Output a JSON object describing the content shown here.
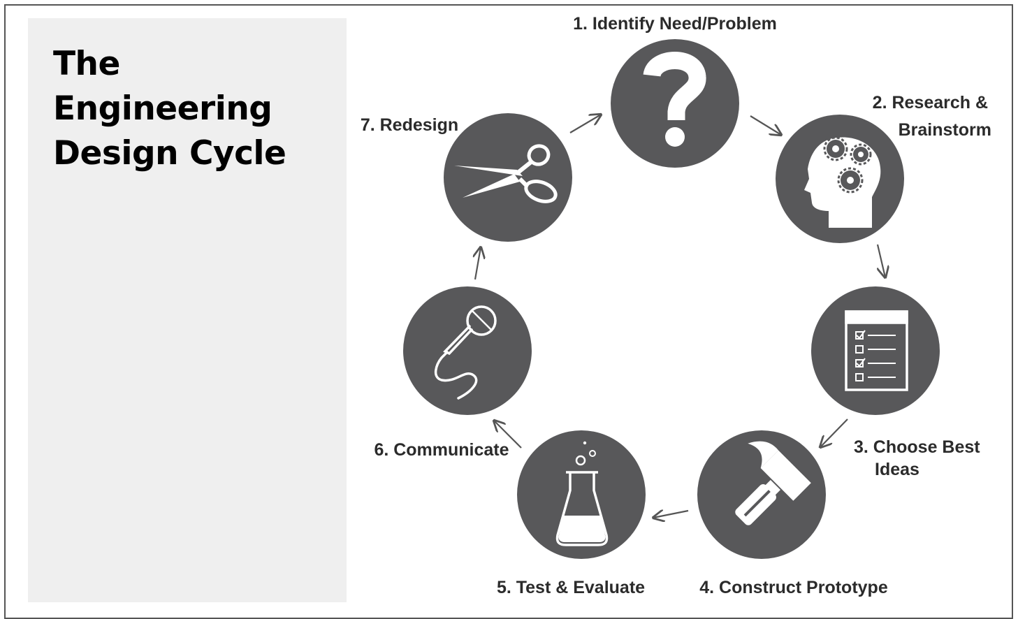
{
  "title": {
    "line1": "The",
    "line2": "Engineering",
    "line3": "Design Cycle"
  },
  "colors": {
    "circle": "#58585a",
    "icon": "#ffffff",
    "arrow": "#555555",
    "label": "#2b2b2b",
    "panel": "#efefef"
  },
  "steps": [
    {
      "label_lines": [
        "1. Identify Need/Problem"
      ],
      "icon": "question-mark-icon"
    },
    {
      "label_lines": [
        "2. Research &",
        "Brainstorm"
      ],
      "icon": "brain-gears-icon"
    },
    {
      "label_lines": [
        "3. Choose Best",
        "Ideas"
      ],
      "icon": "checklist-icon"
    },
    {
      "label_lines": [
        "4. Construct Prototype"
      ],
      "icon": "hammer-icon"
    },
    {
      "label_lines": [
        "5. Test & Evaluate"
      ],
      "icon": "flask-icon"
    },
    {
      "label_lines": [
        "6. Communicate"
      ],
      "icon": "microphone-icon"
    },
    {
      "label_lines": [
        "7. Redesign"
      ],
      "icon": "scissors-icon"
    }
  ]
}
